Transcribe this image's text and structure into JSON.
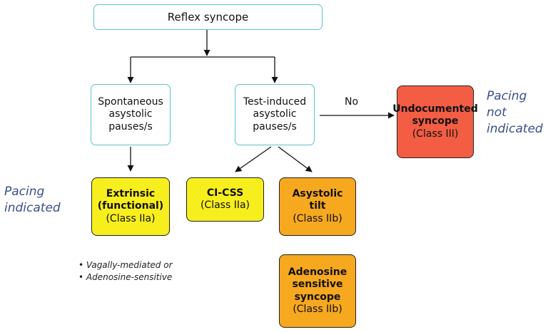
{
  "nodes": {
    "reflex": {
      "title": "Reflex syncope"
    },
    "spontaneous": {
      "line1": "Spontaneous",
      "line2": "asystolic",
      "line3": "pauses/s"
    },
    "test_induced": {
      "line1": "Test-induced",
      "line2": "asystolic",
      "line3": "pauses/s"
    },
    "undocumented": {
      "line1": "Undocumented",
      "line2": "syncope",
      "class": "(Class III)"
    },
    "extrinsic": {
      "line1": "Extrinsic",
      "line2": "(functional)",
      "class": "(Class IIa)"
    },
    "ci_css": {
      "line1": "CI-CSS",
      "class": "(Class IIa)"
    },
    "asystolic_tilt": {
      "line1": "Asystolic",
      "line2": "tilt",
      "class": "(Class IIb)"
    },
    "adenosine": {
      "line1": "Adenosine",
      "line2": "sensitive",
      "line3": "syncope",
      "class": "(Class IIb)"
    }
  },
  "edge_labels": {
    "no": "No"
  },
  "notes": {
    "pacing_indicated": {
      "line1": "Pacing",
      "line2": "indicated"
    },
    "pacing_not_indicated": {
      "line1": "Pacing",
      "line2": "not",
      "line3": "indicated"
    }
  },
  "bullets": [
    "• Vagally-mediated or",
    "• Adenosine-sensitive"
  ],
  "colors": {
    "outline": "#5cc4c8",
    "yellow": "#f7ee1e",
    "orange": "#f6a81f",
    "red": "#f25d44",
    "note": "#3a4e8c"
  }
}
